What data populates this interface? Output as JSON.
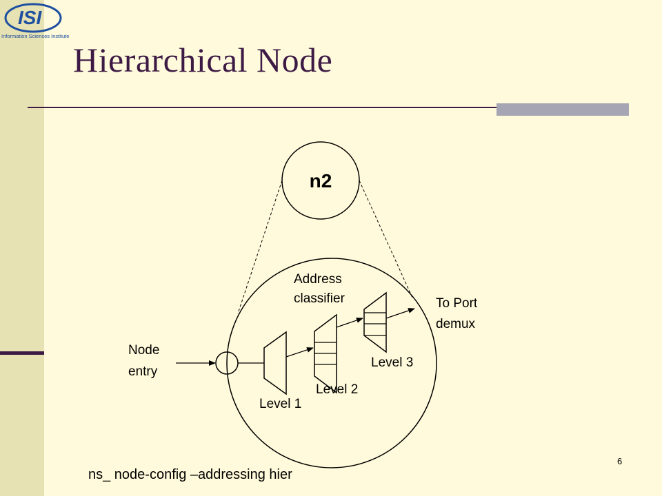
{
  "slide": {
    "title": "Hierarchical Node",
    "slide_number": "6",
    "footer_command": "ns_ node-config –addressing hier"
  },
  "logo": {
    "text": "ISI",
    "subtitle": "Information Sciences Institute"
  },
  "diagram": {
    "node_label": "n2",
    "address_classifier_label": [
      "Address",
      "classifier"
    ],
    "to_port_demux_label": [
      "To Port",
      "demux"
    ],
    "node_entry_label": [
      "Node",
      "entry"
    ],
    "level_labels": [
      "Level 1",
      "Level 2",
      "Level 3"
    ]
  },
  "colors": {
    "background": "#fffadb",
    "left_bar": "#e6e2b3",
    "title": "#3d1a45",
    "rule_accent": "#a5a5b3",
    "logo_blue": "#1f4fa0"
  }
}
